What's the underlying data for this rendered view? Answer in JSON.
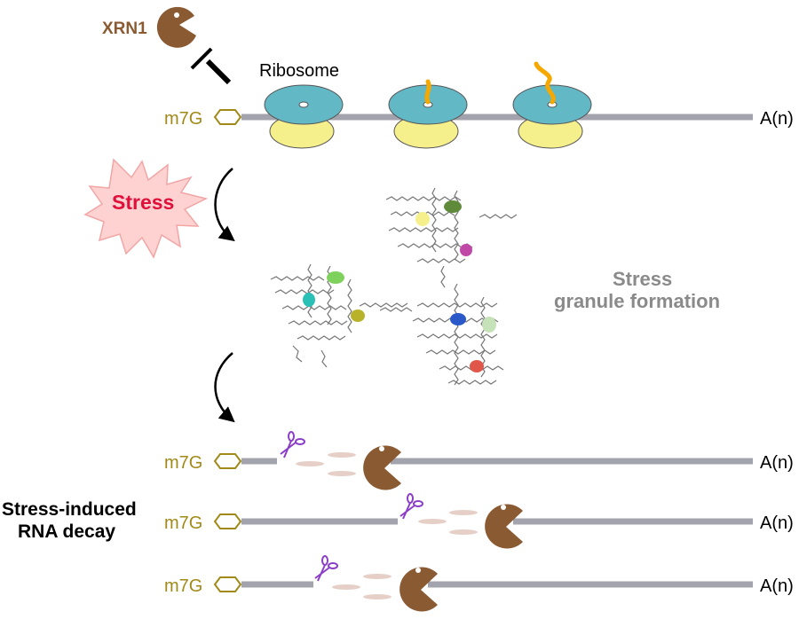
{
  "labels": {
    "xrn1": "XRN1",
    "ribosome": "Ribosome",
    "cap": "m7G",
    "tail": "A(n)",
    "stress": "Stress",
    "sg_line1": "Stress",
    "sg_line2": "granule formation",
    "decay_line1": "Stress-induced",
    "decay_line2": "RNA decay"
  },
  "colors": {
    "mrna": "#a3a3ad",
    "cap": "#a08a18",
    "exonuclease": "#8a5a32",
    "ribosome_large": "#63b8c6",
    "ribosome_small": "#f6f08c",
    "peptide": "#f5a800",
    "stress_burst": "#ffd2d2",
    "stress_text": "#e0103a",
    "scissors": "#8b3fc8",
    "fragments": "#e5cfc6",
    "granule_text": "#8a8a8a"
  },
  "icons": [
    "xrn1-exonuclease-icon",
    "ribosome-icon",
    "stress-burst-icon",
    "scissors-icon",
    "exonuclease-pacman-icon",
    "arrow-icon"
  ]
}
